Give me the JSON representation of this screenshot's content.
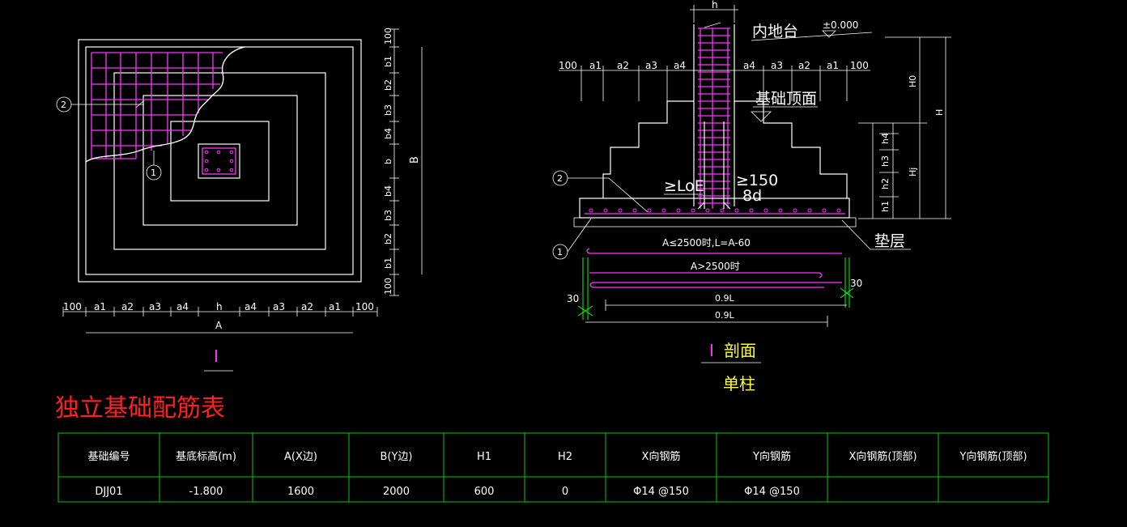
{
  "plan": {
    "top_dims": [
      "100",
      "b1",
      "b2",
      "b3",
      "b4",
      "b",
      "b4",
      "b3",
      "b2",
      "b1",
      "100"
    ],
    "bottom_dims": [
      "100",
      "a1",
      "a2",
      "a3",
      "a4",
      "h",
      "a4",
      "a3",
      "a2",
      "a1",
      "100"
    ],
    "width_label": "A",
    "height_label": "B",
    "section_mark": "I",
    "callout_1": "1",
    "callout_2": "2"
  },
  "section": {
    "top_h": "h",
    "label_inner": "内地台",
    "elevation": "±0.000",
    "label_top": "基础顶面",
    "top_dims": [
      "100",
      "a1",
      "a2",
      "a3",
      "a4",
      "a4",
      "a3",
      "a2",
      "a1",
      "100"
    ],
    "right_dims": [
      "H0",
      "H",
      "h4",
      "h3",
      "Hj",
      "h2",
      "h1"
    ],
    "loe": "≥LoE",
    "ge150": "≥150",
    "d8": "8d",
    "pad_label": "垫层",
    "note1": "A≤2500时,L=A-60",
    "note2": "A>2500时",
    "dim30_left": "30",
    "dim30_right": "30",
    "dim09_1": "0.9L",
    "dim09_2": "0.9L",
    "callout_1": "1",
    "callout_2": "2",
    "title_mark": "I",
    "title_text": "剖面",
    "subtitle": "单柱"
  },
  "table": {
    "title": "独立基础配筋表",
    "headers": [
      "基础编号",
      "基底标高(m)",
      "A(X边)",
      "B(Y边)",
      "H1",
      "H2",
      "X向钢筋",
      "Y向钢筋",
      "X向钢筋(顶部)",
      "Y向钢筋(顶部)"
    ],
    "row": [
      "DJJ01",
      "-1.800",
      "1600",
      "2000",
      "600",
      "0",
      "Φ14 @150",
      "Φ14 @150",
      "",
      ""
    ]
  }
}
